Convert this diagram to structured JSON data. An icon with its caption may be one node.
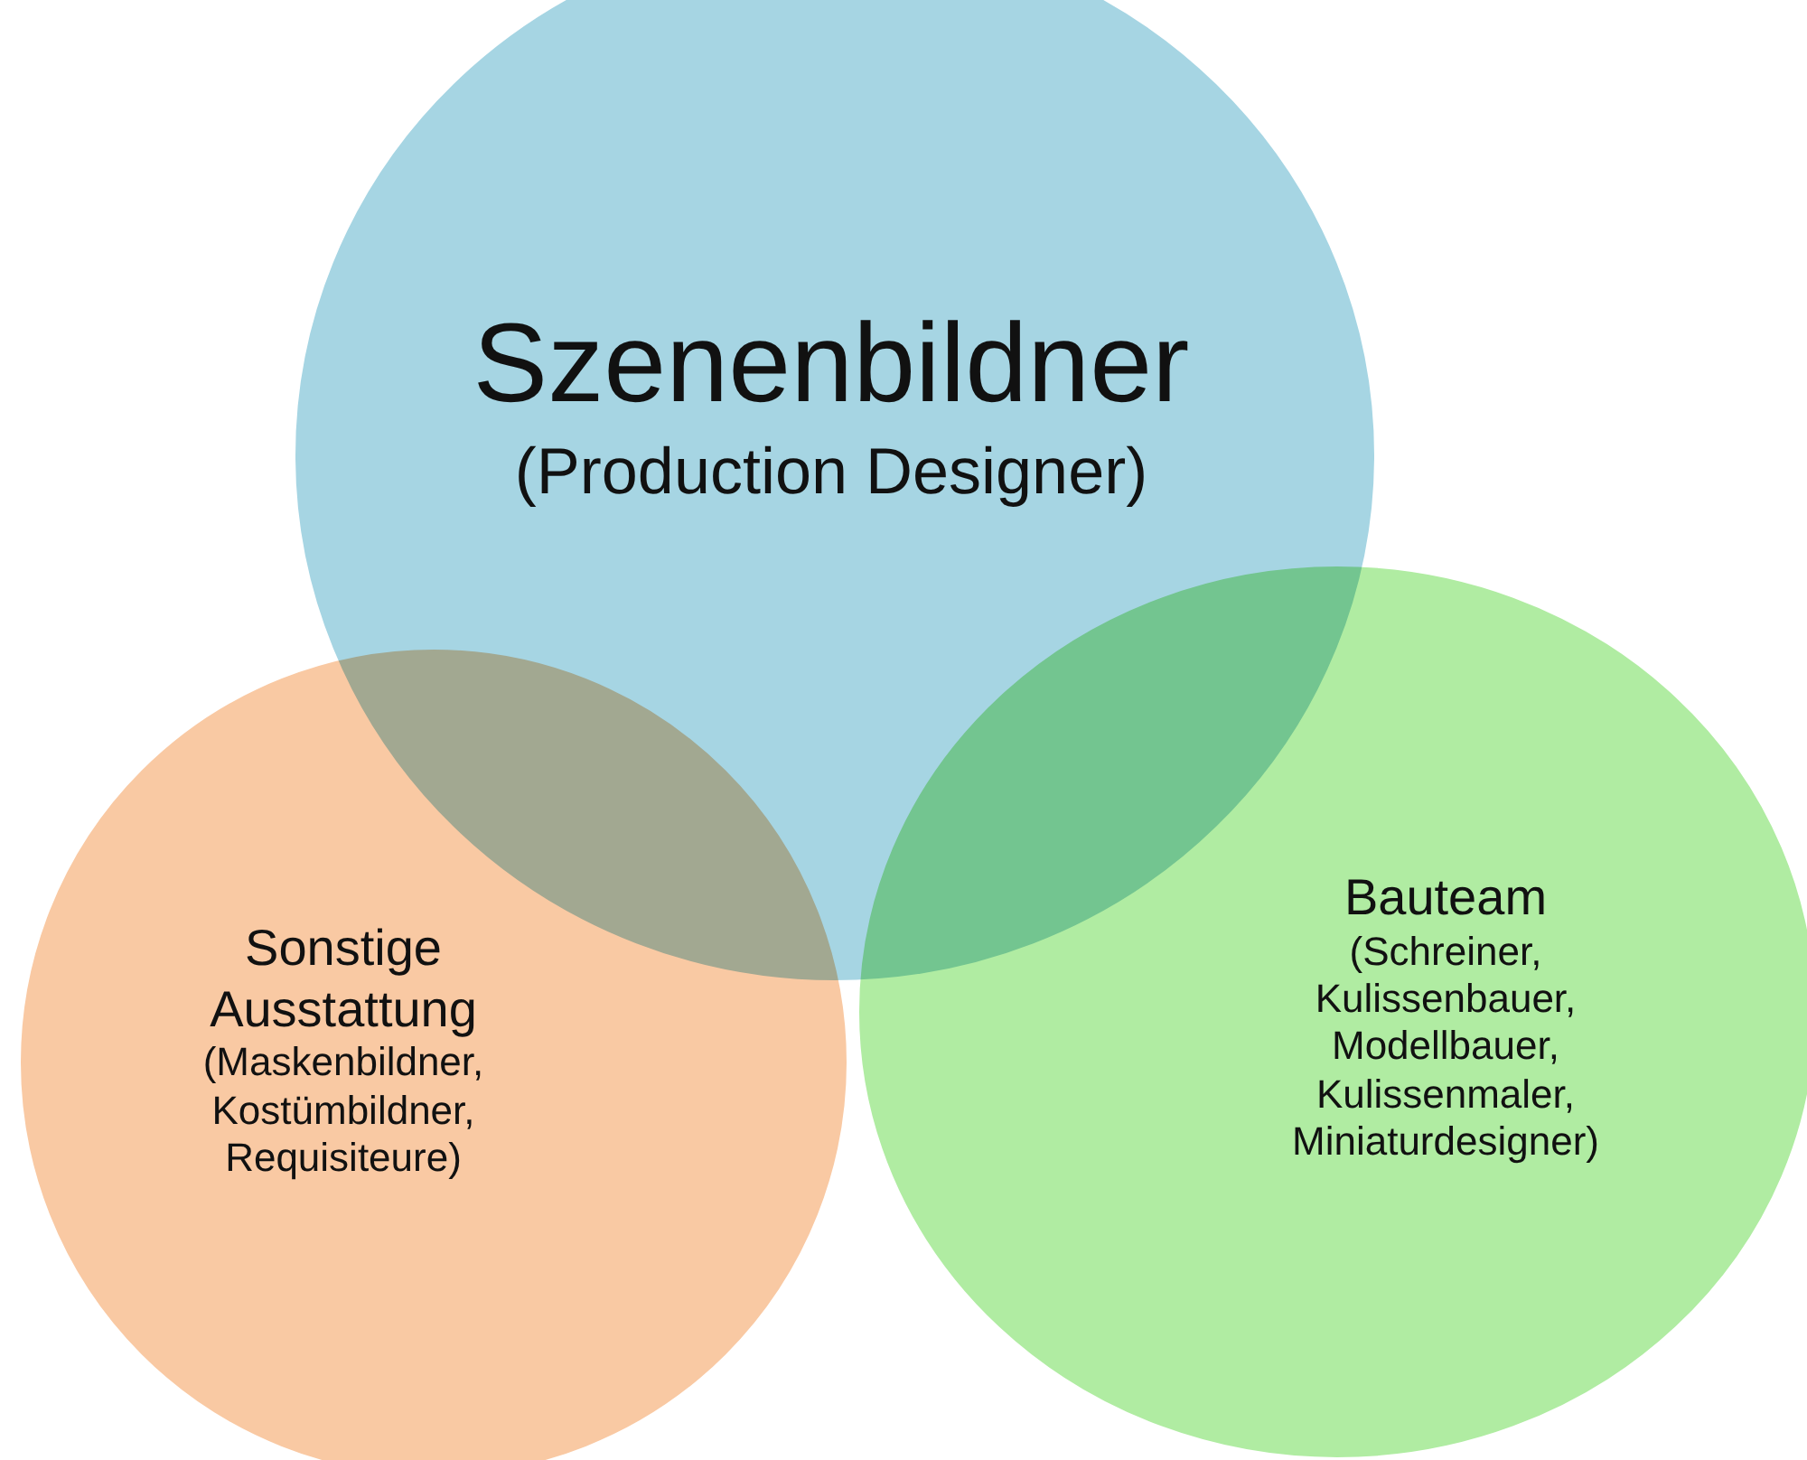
{
  "diagram": {
    "nodes": [
      {
        "text": [
          "Szenenbildner",
          "(Production Designer)"
        ]
      },
      {
        "text": [
          "Sonstige Ausstattung",
          "(Maskenbildner, Kostümbildner, Requisiteure)"
        ]
      },
      {
        "text": [
          "Bauteam",
          "(Schreiner, Kulissenbauer, Modellbauer, Kulissenmaler, Miniaturdesigner)"
        ]
      }
    ],
    "edges": []
  }
}
